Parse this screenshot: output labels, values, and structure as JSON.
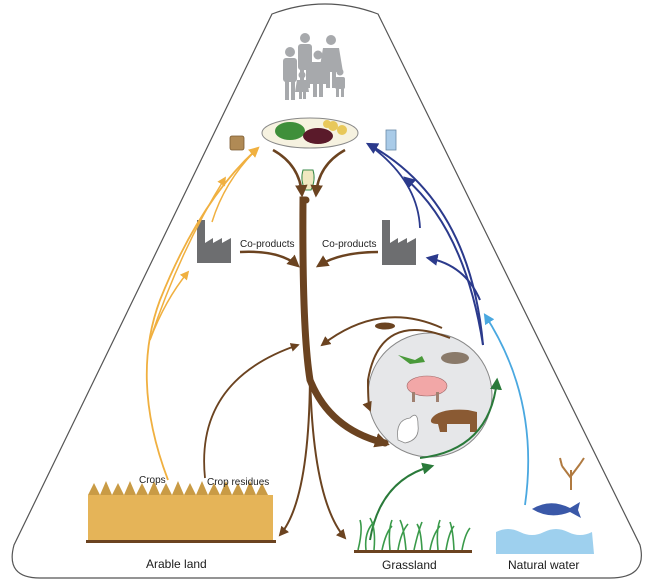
{
  "diagram": {
    "title": "",
    "nodes": {
      "humans": {
        "label": "",
        "icon": "family-icon"
      },
      "food_plate": {
        "label": "",
        "icon": "food-plate-icon"
      },
      "bread": {
        "label": "",
        "icon": "bread-icon"
      },
      "milk": {
        "label": "",
        "icon": "milk-carton-icon"
      },
      "food_waste": {
        "label": "",
        "icon": "apple-core-icon"
      },
      "factory_left": {
        "label": "Co-products",
        "icon": "factory-icon"
      },
      "factory_right": {
        "label": "Co-products",
        "icon": "factory-icon"
      },
      "manure": {
        "label": "",
        "icon": "manure-icon"
      },
      "livestock": {
        "label": "",
        "animals": [
          "insect",
          "fish",
          "pig",
          "chicken",
          "cow"
        ]
      },
      "arable_land": {
        "label": "Arable land"
      },
      "grassland": {
        "label": "Grassland"
      },
      "natural_water": {
        "label": "Natural water"
      }
    },
    "flow_labels": {
      "crops": "Crops",
      "crop_residues": "Crop residues"
    },
    "colors": {
      "crops_flow": "#f0b040",
      "residue_flow": "#6b4320",
      "animal_product_flow": "#2b3a8c",
      "water_flow": "#4aa8e0",
      "grass_flow": "#2a7a3a",
      "livestock_circle": "#e6e7e9",
      "factory": "#6d6e70",
      "people": "#a7a9ac"
    }
  }
}
